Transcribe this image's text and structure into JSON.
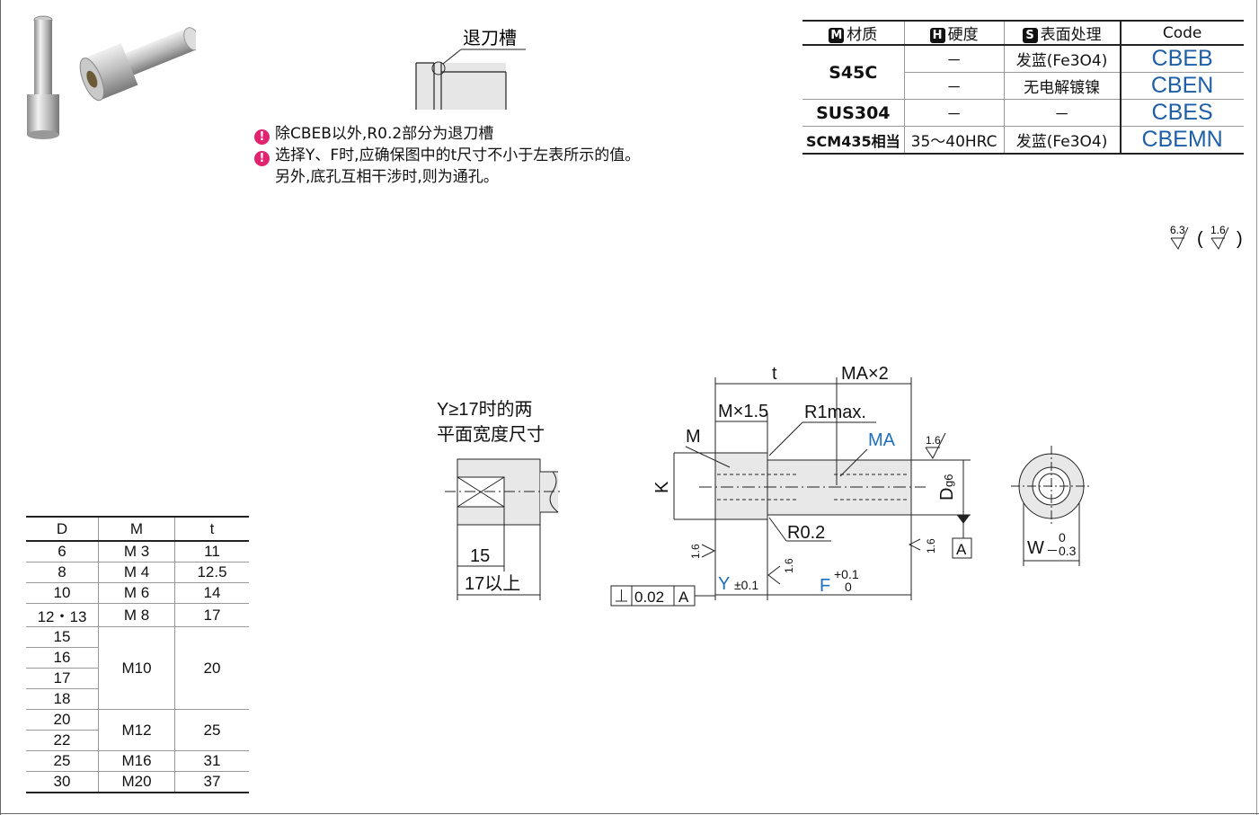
{
  "groove_label": "退刀槽",
  "notes": [
    "除CBEB以外,R0.2部分为退刀槽",
    "选择Y、F时,应确保图中的t尺寸不小于左表所示的值。",
    "另外,底孔互相干涉时,则为通孔。"
  ],
  "material_table": {
    "headers": [
      {
        "badge": "M",
        "label": "材质"
      },
      {
        "badge": "H",
        "label": "硬度"
      },
      {
        "badge": "S",
        "label": "表面处理"
      },
      {
        "badge": "",
        "label": "Code"
      }
    ],
    "rows": [
      {
        "material": "S45C",
        "hardness": "－",
        "treatment": "发蓝(Fe3O4)",
        "code": "CBEB"
      },
      {
        "material": "",
        "hardness": "－",
        "treatment": "无电解镀镍",
        "code": "CBEN"
      },
      {
        "material": "SUS304",
        "hardness": "－",
        "treatment": "－",
        "code": "CBES"
      },
      {
        "material": "SCM435相当",
        "hardness": "35～40HRC",
        "treatment": "发蓝(Fe3O4)",
        "code": "CBEMN"
      }
    ]
  },
  "roughness": {
    "main": "6.3",
    "sub": "1.6"
  },
  "dim_table": {
    "headers": [
      "D",
      "M",
      "t"
    ],
    "rows": [
      {
        "d": "6",
        "m": "M 3",
        "t": "11"
      },
      {
        "d": "8",
        "m": "M 4",
        "t": "12.5"
      },
      {
        "d": "10",
        "m": "M 6",
        "t": "14"
      },
      {
        "d": "12・13",
        "m": "M 8",
        "t": "17"
      },
      {
        "d": "15",
        "m": "M10",
        "t": "20"
      },
      {
        "d": "16",
        "m": "",
        "t": ""
      },
      {
        "d": "17",
        "m": "",
        "t": ""
      },
      {
        "d": "18",
        "m": "",
        "t": ""
      },
      {
        "d": "20",
        "m": "M12",
        "t": "25"
      },
      {
        "d": "22",
        "m": "",
        "t": ""
      },
      {
        "d": "25",
        "m": "M16",
        "t": "31"
      },
      {
        "d": "30",
        "m": "M20",
        "t": "37"
      }
    ]
  },
  "drawing": {
    "flats_note_line1": "Y≥17时的两",
    "flats_note_line2": "平面宽度尺寸",
    "dim_15": "15",
    "dim_17": "17以上",
    "label_t": "t",
    "label_max2": "MA×2",
    "label_m15": "M×1.5",
    "label_r1": "R1max.",
    "label_m": "M",
    "label_ma": "MA",
    "label_k": "K",
    "label_d": "D",
    "label_g6": "g6",
    "label_r02": "R0.2",
    "label_a": "A",
    "label_y": "Y",
    "label_y_tol": "±0.1",
    "label_f": "F",
    "label_f_tol_up": "+0.1",
    "label_f_tol_low": "0",
    "perp_value": "0.02",
    "label_w": "W",
    "w_tol_up": "0",
    "w_tol_low": "－0.3",
    "rough_16": "1.6"
  }
}
